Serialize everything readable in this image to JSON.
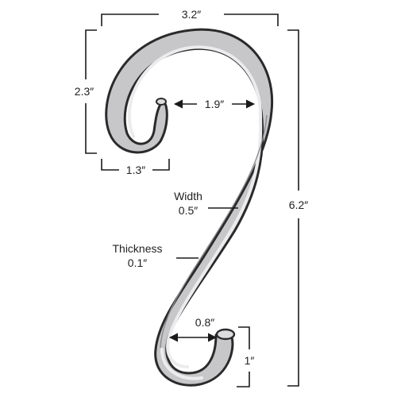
{
  "labels": {
    "total_width": "3.2″",
    "top_hook_height": "2.3″",
    "top_opening": "1.9″",
    "top_hook_width": "1.3″",
    "strip_width_title": "Width",
    "strip_width_value": "0.5″",
    "thickness_title": "Thickness",
    "thickness_value": "0.1″",
    "total_height": "6.2″",
    "bottom_opening": "0.8″",
    "bottom_hook_height": "1″"
  },
  "colors": {
    "hook_fill": "#c7c7ca",
    "hook_highlight": "#ececee",
    "hook_outline": "#2a2a2a",
    "dimension_lines": "#1a1a1a",
    "text": "#222222"
  }
}
